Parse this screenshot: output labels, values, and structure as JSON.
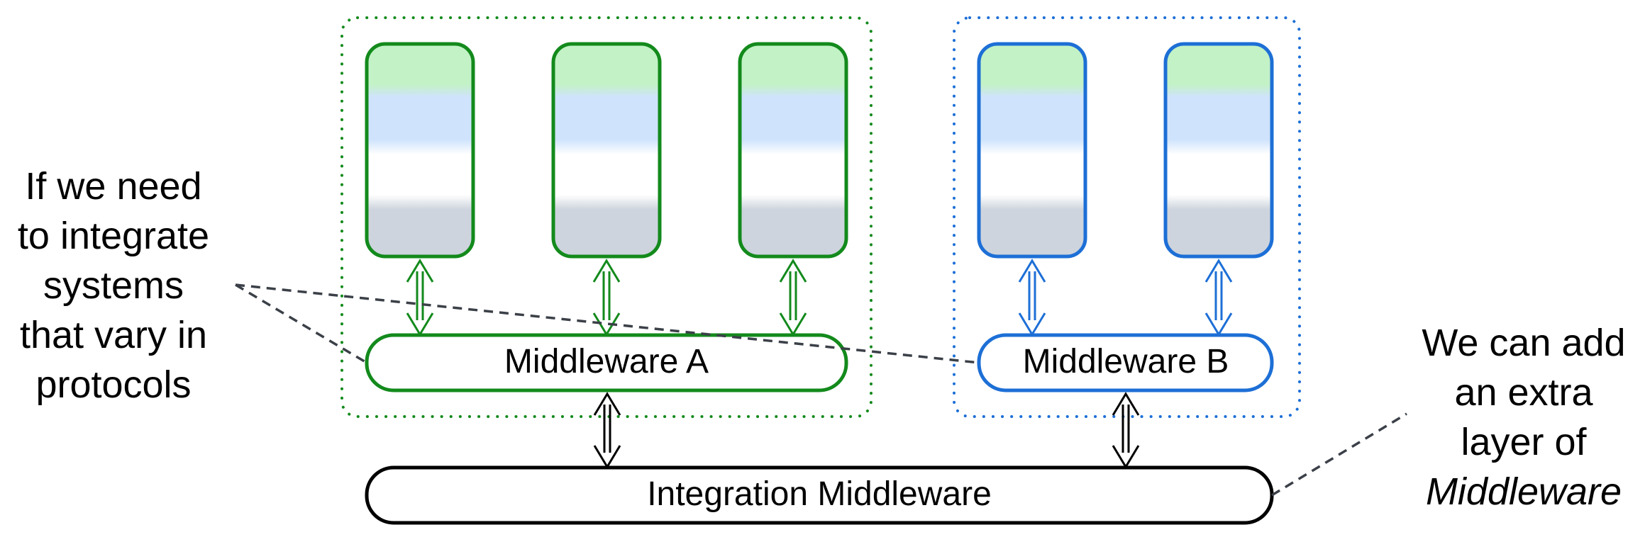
{
  "nodes": {
    "middleware_a": "Middleware A",
    "middleware_b": "Middleware B",
    "integration_middleware": "Integration Middleware"
  },
  "annotations": {
    "left": {
      "lines": [
        "If we need",
        "to integrate",
        "systems",
        "that vary in",
        "protocols"
      ]
    },
    "right": {
      "lines": [
        "We can add",
        "an extra",
        "layer of"
      ],
      "emphasis": "Middleware"
    }
  },
  "colors": {
    "group_a": "#138a1c",
    "group_b": "#1d6fd6",
    "integration": "#000000",
    "dashed_leader": "#3b4048",
    "band_green": "#c3f2c6",
    "band_blue": "#cfe3fc",
    "band_white": "#ffffff",
    "band_grey": "#cdd4dd"
  }
}
